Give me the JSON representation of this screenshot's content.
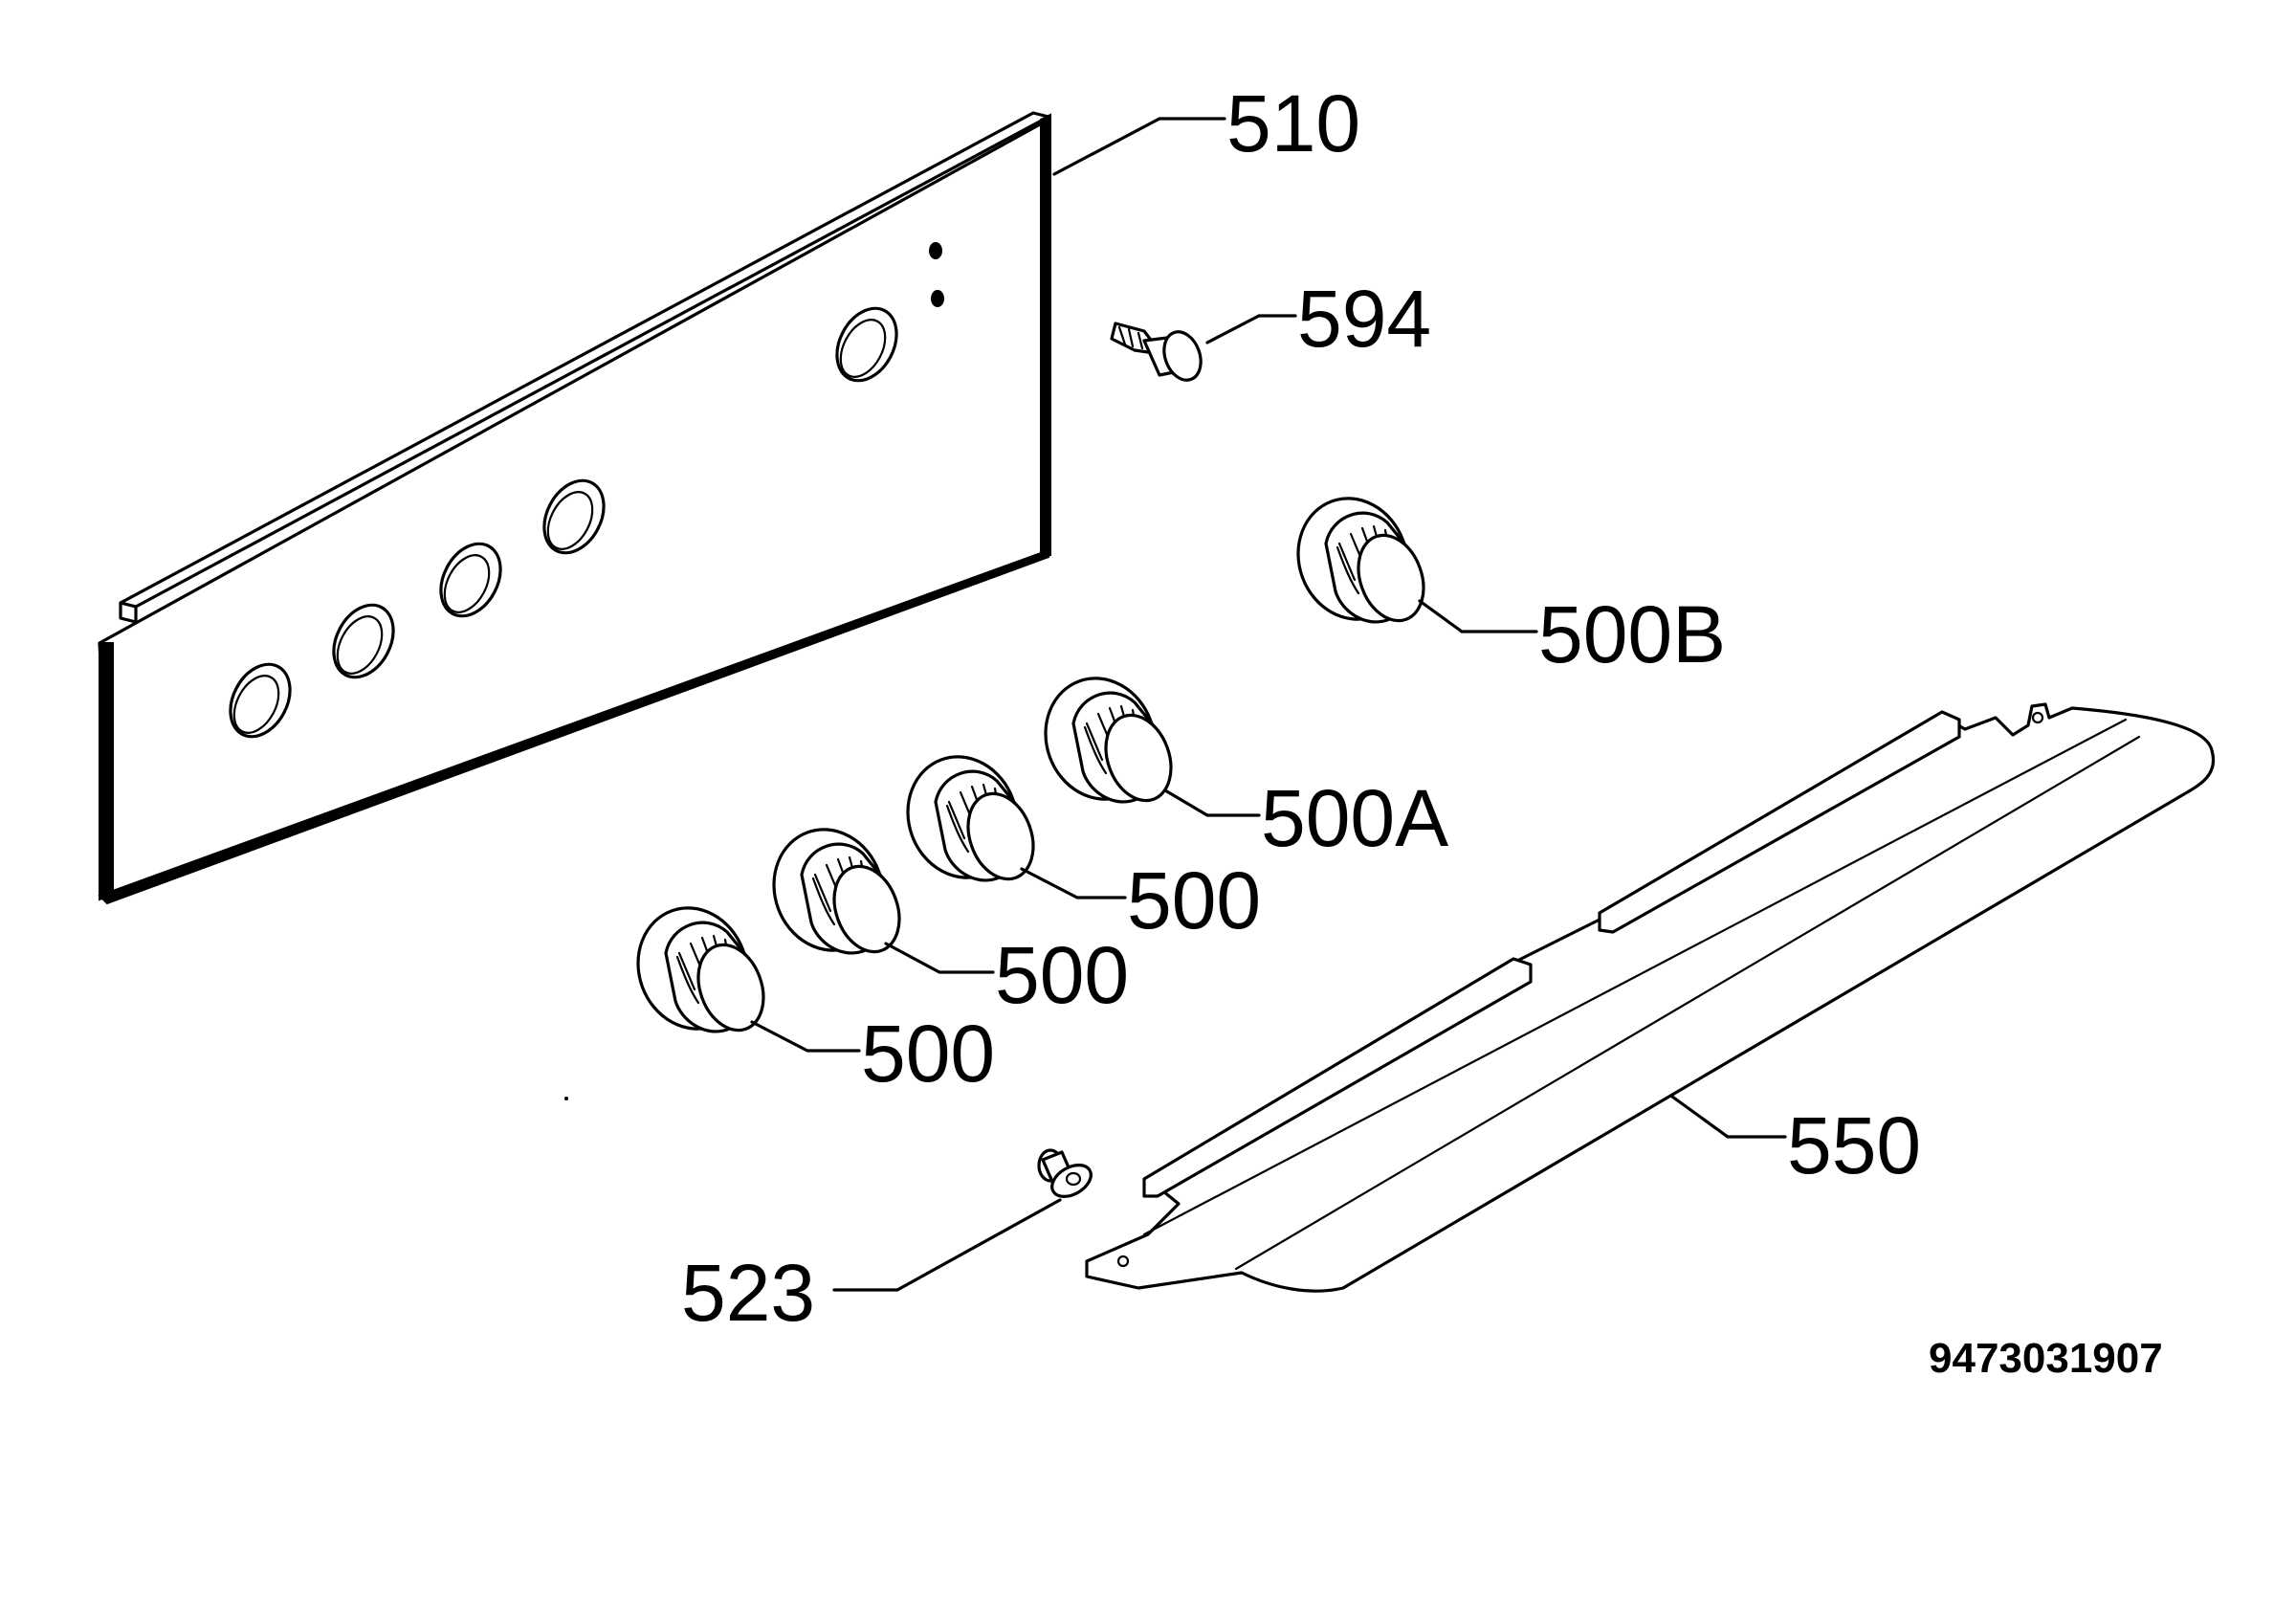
{
  "callouts": {
    "panel": "510",
    "pin": "594",
    "knob_b": "500B",
    "knob_a": "500A",
    "knob_1": "500",
    "knob_2": "500",
    "knob_3": "500",
    "trim": "550",
    "screw": "523"
  },
  "document_number": "9473031907"
}
